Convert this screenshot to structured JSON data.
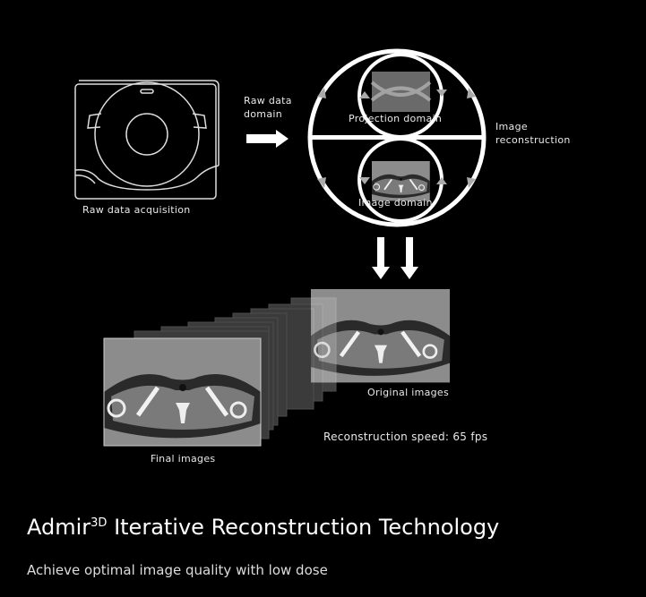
{
  "diagram": {
    "acquisition_label": "Raw data acquisition",
    "raw_domain_line1": "Raw data",
    "raw_domain_line2": "domain",
    "projection_domain": "Projection domain",
    "image_domain": "Image domain",
    "reconstruction_line1": "Image",
    "reconstruction_line2": "reconstruction",
    "original_images": "Original images",
    "final_images": "Final images",
    "speed": "Reconstruction speed: 65 fps"
  },
  "footer": {
    "title_main": "Admir",
    "title_sup": "3D",
    "title_rest": " Iterative Reconstruction Technology",
    "subtitle": "Achieve optimal image quality with low dose"
  },
  "colors": {
    "background": "#000000",
    "foreground": "#ffffff",
    "image_gray": "#8a8a8a"
  }
}
